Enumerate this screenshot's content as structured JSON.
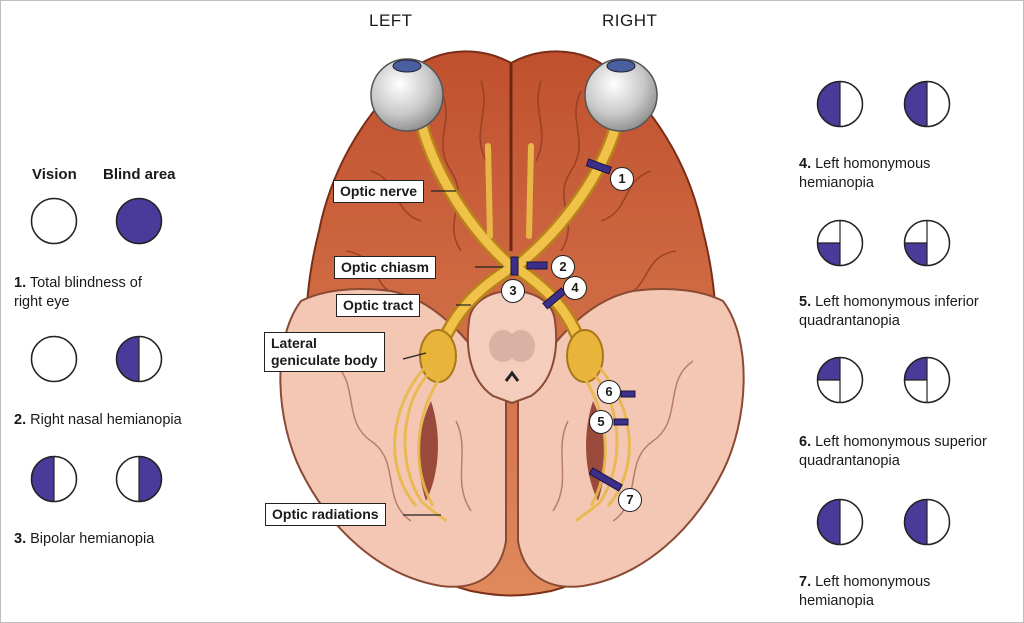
{
  "orientation": {
    "left": "LEFT",
    "right": "RIGHT"
  },
  "legend": {
    "vision": "Vision",
    "blind": "Blind area"
  },
  "colors": {
    "blind": "#4a3a9a",
    "nerve": "#e6b234",
    "cortex": "#d9784e",
    "tissue": "#f2c6b2"
  },
  "left_items": [
    {
      "num": "1.",
      "text_l1": " Total blindness of",
      "text_l2": "right eye",
      "left_eye": "full-clear",
      "right_eye": "full-blind"
    },
    {
      "num": "2.",
      "text_l1": " Right nasal hemianopia",
      "left_eye": "full-clear",
      "right_eye": "left-half-blind"
    },
    {
      "num": "3.",
      "text_l1": " Bipolar hemianopia",
      "left_eye": "left-half-blind",
      "right_eye": "right-half-blind"
    }
  ],
  "right_items": [
    {
      "num": "4.",
      "text_l1": " Left homonymous",
      "text_l2": "hemianopia",
      "left_eye": "left-half-blind",
      "right_eye": "left-half-blind"
    },
    {
      "num": "5.",
      "text_l1": " Left homonymous inferior",
      "text_l2": "quadrantanopia",
      "left_eye": "lower-left-quadrant-blind",
      "right_eye": "lower-left-quadrant-blind"
    },
    {
      "num": "6.",
      "text_l1": " Left homonymous superior",
      "text_l2": "quadrantanopia",
      "left_eye": "upper-left-quadrant-blind",
      "right_eye": "upper-left-quadrant-blind"
    },
    {
      "num": "7.",
      "text_l1": " Left homonymous",
      "text_l2": "hemianopia",
      "left_eye": "left-half-blind",
      "right_eye": "left-half-blind"
    }
  ],
  "labels": {
    "optic_nerve": "Optic nerve",
    "optic_chiasm": "Optic chiasm",
    "optic_tract": "Optic tract",
    "lgb_l1": "Lateral",
    "lgb_l2": "geniculate body",
    "optic_radiations": "Optic radiations"
  },
  "lesions": [
    "1",
    "2",
    "3",
    "4",
    "5",
    "6",
    "7"
  ]
}
